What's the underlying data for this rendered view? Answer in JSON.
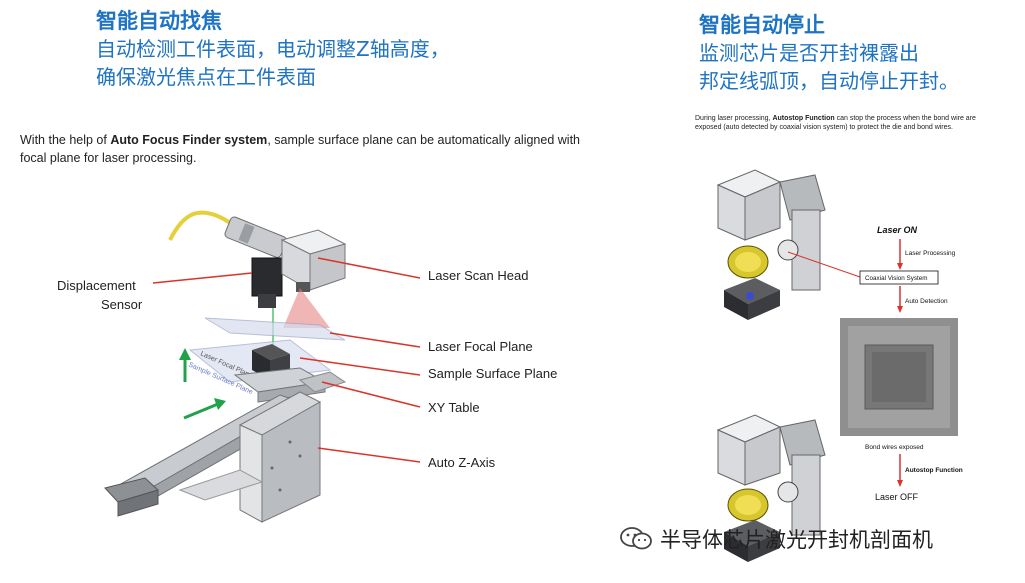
{
  "left": {
    "title": "智能自动找焦",
    "line1": "自动检测工件表面，电动调整Z轴高度，",
    "line2": "确保激光焦点在工件表面",
    "intro_pre": "With the help of ",
    "intro_bold": "Auto Focus Finder system",
    "intro_post": ", sample surface plane can be automatically aligned with focal plane for laser processing.",
    "labels": {
      "displacement_sensor_1": "Displacement",
      "displacement_sensor_2": "Sensor",
      "laser_scan_head": "Laser Scan Head",
      "laser_focal_plane": "Laser Focal Plane",
      "sample_surface_plane": "Sample Surface Plane",
      "xy_table": "XY Table",
      "auto_z_axis": "Auto Z-Axis"
    },
    "plane_text_1": "Laser Focal Plane",
    "plane_text_2": "Sample Surface Plane"
  },
  "right": {
    "title": "智能自动停止",
    "line1": "监测芯片是否开封裸露出",
    "line2": "邦定线弧顶，自动停止开封。",
    "intro_pre": "During laser processing, ",
    "intro_bold": "Autostop Function",
    "intro_post": " can stop the process when the bond wire are exposed (auto detected by coaxial vision system) to protect the die and bond wires.",
    "flow": {
      "laser_on": "Laser ON",
      "laser_processing": "Laser Processing",
      "coaxial_vision": "Coaxial Vision System",
      "auto_detection": "Auto Detection",
      "bond_wires_exposed": "Bond wires exposed",
      "autostop_function": "Autostop Function",
      "laser_off": "Laser OFF"
    }
  },
  "watermark": {
    "text": "半导体芯片激光开封机剖面机"
  },
  "colors": {
    "heading_blue": "#1f73c4",
    "leader_red": "#d9342b",
    "arrow_green": "#1fa24a"
  }
}
